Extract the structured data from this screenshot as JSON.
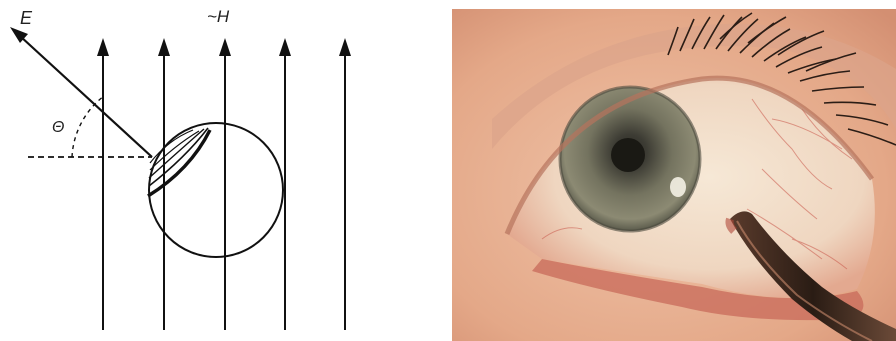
{
  "diagram": {
    "label_e": "E",
    "label_h": "~H",
    "label_theta": "Θ"
  },
  "photo": {
    "subject": "eye",
    "skin_color": "#e9b294",
    "iris_color": "#6b6b5c",
    "sclera_color": "#f1e1cc",
    "instrument_color": "#3a2a20"
  }
}
